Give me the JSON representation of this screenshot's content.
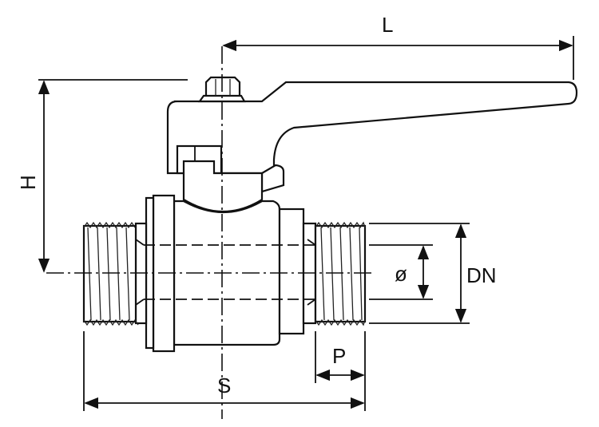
{
  "labels": {
    "length": "L",
    "height": "H",
    "nominal_diameter": "DN",
    "bore": "ø",
    "thread_length": "P",
    "overall_length": "S"
  }
}
